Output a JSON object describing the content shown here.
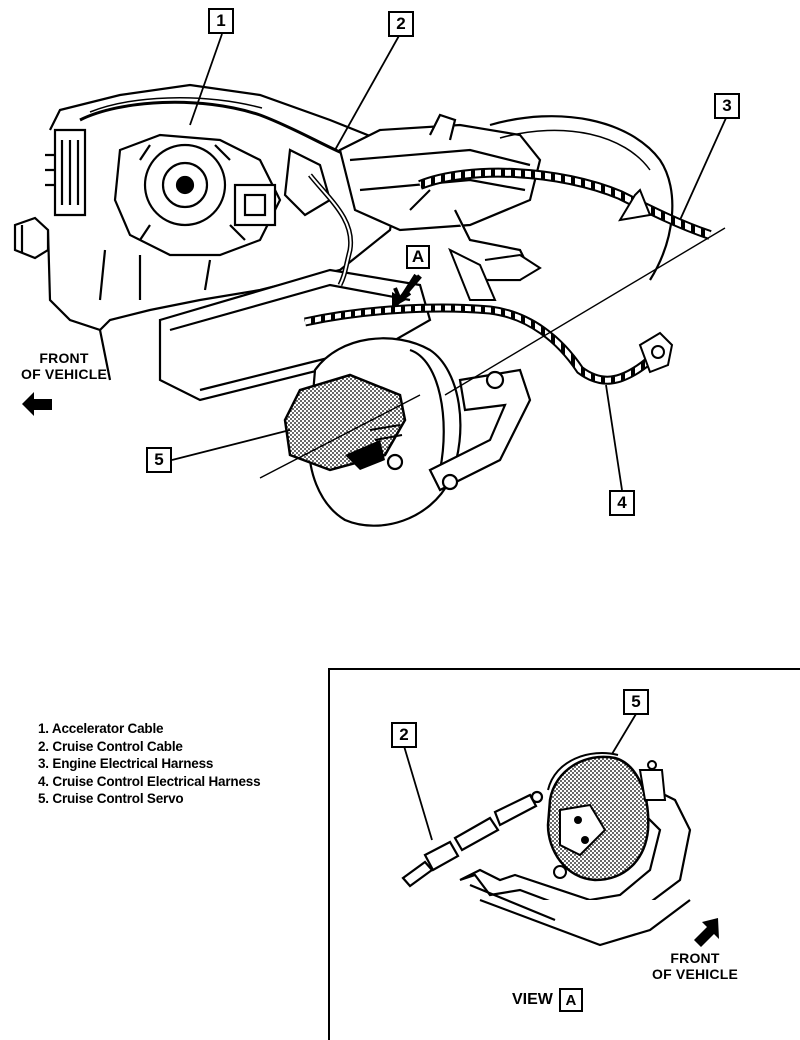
{
  "callouts": {
    "c1": "1",
    "c2": "2",
    "c3": "3",
    "c4": "4",
    "c5": "5",
    "cA": "A",
    "inset_c2": "2",
    "inset_c5": "5"
  },
  "front_label": {
    "line1": "FRONT",
    "line2": "OF VEHICLE"
  },
  "legend": [
    "1. Accelerator Cable",
    "2. Cruise Control Cable",
    "3. Engine Electrical Harness",
    "4. Cruise Control Electrical Harness",
    "5. Cruise Control Servo"
  ],
  "inset": {
    "front_line1": "FRONT",
    "front_line2": "OF VEHICLE",
    "view_word": "VIEW",
    "view_letter": "A"
  }
}
